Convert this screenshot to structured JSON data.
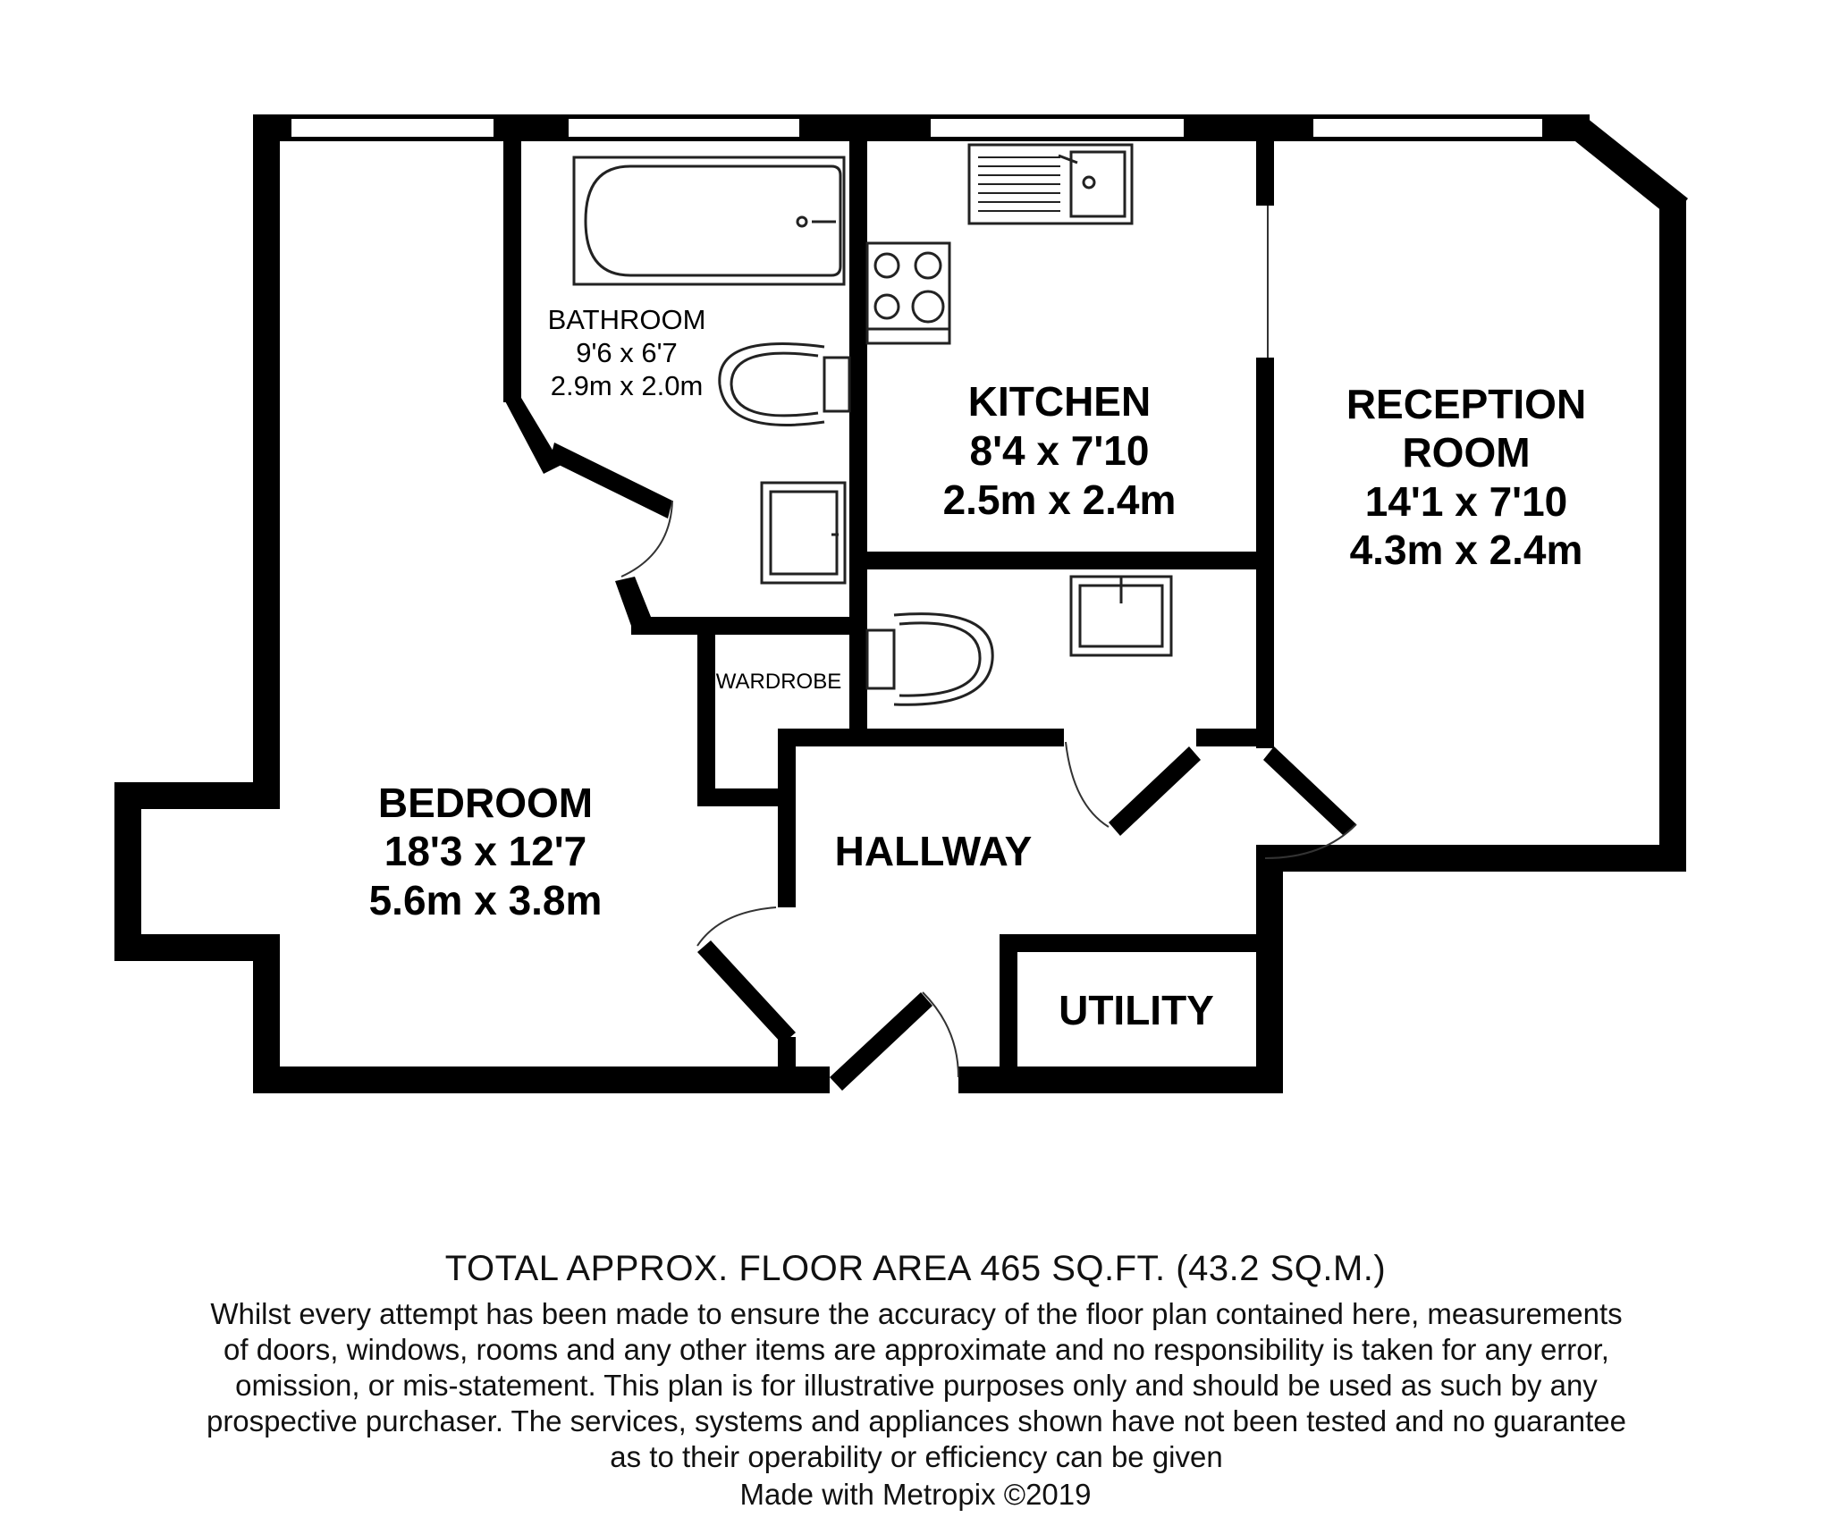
{
  "rooms": {
    "bathroom": {
      "name": "BATHROOM",
      "imperial": "9'6 x 6'7",
      "metric": "2.9m x 2.0m"
    },
    "kitchen": {
      "name": "KITCHEN",
      "imperial": "8'4 x 7'10",
      "metric": "2.5m x 2.4m"
    },
    "reception": {
      "name_line1": "RECEPTION",
      "name_line2": "ROOM",
      "imperial": "14'1 x 7'10",
      "metric": "4.3m x 2.4m"
    },
    "bedroom": {
      "name": "BEDROOM",
      "imperial": "18'3 x 12'7",
      "metric": "5.6m x 3.8m"
    },
    "hallway": {
      "name": "HALLWAY"
    },
    "utility": {
      "name": "UTILITY"
    },
    "wardrobe": {
      "name": "WARDROBE"
    }
  },
  "footer": {
    "total_area": "TOTAL APPROX. FLOOR AREA 465 SQ.FT. (43.2 SQ.M.)",
    "disclaimer": "Whilst every attempt has been made to ensure the accuracy of the floor plan contained here, measurements of doors, windows, rooms and any other items are approximate and no responsibility is taken for any error, omission, or mis-statement. This plan is for illustrative purposes only and should be used as such by any prospective purchaser. The services, systems and appliances shown have not been tested and no guarantee as to their operability or efficiency can be given",
    "credit": "Made with Metropix ©2019"
  },
  "colors": {
    "wall": "#000000",
    "background": "#ffffff",
    "fixture": "#222222"
  }
}
